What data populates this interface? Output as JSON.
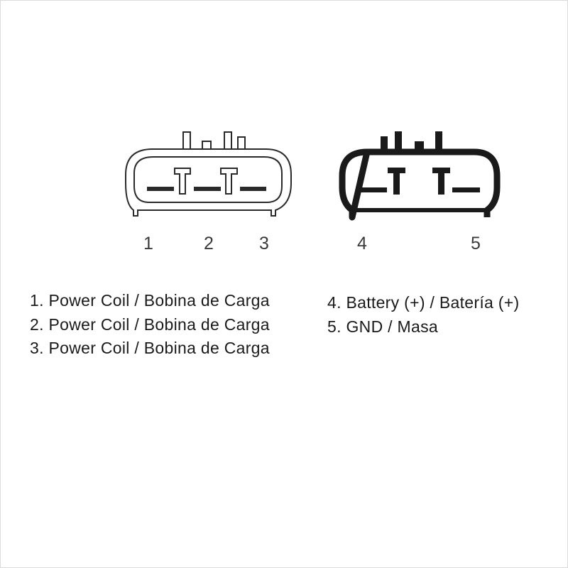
{
  "connector_3pin": {
    "pin_numbers": [
      "1",
      "2",
      "3"
    ]
  },
  "connector_2pin": {
    "pin_numbers": [
      "4",
      "5"
    ]
  },
  "legend_left": [
    "1. Power Coil / Bobina de Carga",
    "2. Power Coil / Bobina de Carga",
    "3. Power Coil / Bobina de Carga"
  ],
  "legend_right": [
    "4. Battery (+) / Batería (+)",
    "5. GND / Masa"
  ],
  "colors": {
    "stroke": "#222222",
    "text": "#1a1a1a",
    "background": "#ffffff"
  }
}
